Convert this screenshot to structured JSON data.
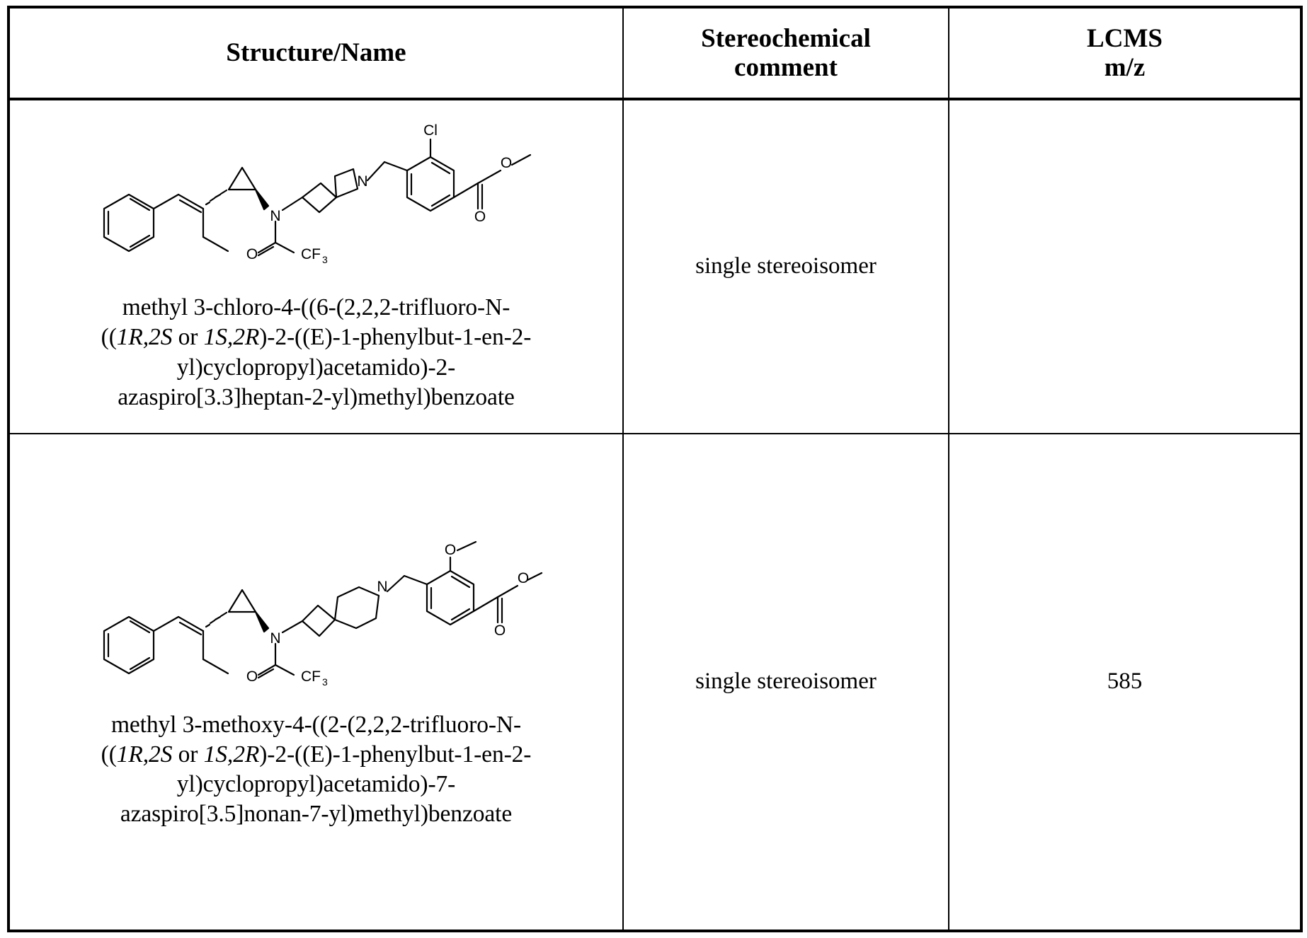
{
  "table": {
    "headers": [
      {
        "id": "structure-name",
        "label": "Structure/Name"
      },
      {
        "id": "stereochemical-comment",
        "label": "Stereochemical comment"
      },
      {
        "id": "lcms-mz",
        "label": "LCMS m/z"
      }
    ],
    "header_lines": {
      "structure": "Structure/Name",
      "stereo_line1": "Stereochemical",
      "stereo_line2": "comment",
      "lcms_line1": "LCMS",
      "lcms_line2": "m/z"
    },
    "rows": [
      {
        "id": "row-1",
        "name_lines": [
          "methyl 3-chloro-4-((6-(2,2,2-trifluoro-N-",
          "((1R,2S or 1S,2R)-2-((E)-1-phenylbut-1-en-2-",
          "yl)cyclopropyl)acetamido)-2-",
          "azaspiro[3.3]heptan-2-yl)methyl)benzoate"
        ],
        "name_full": "methyl 3-chloro-4-((6-(2,2,2-trifluoro-N-((1R,2S or 1S,2R)-2-((E)-1-phenylbut-1-en-2-yl)cyclopropyl)acetamido)-2-azaspiro[3.3]heptan-2-yl)methyl)benzoate",
        "stereochemical_comment": "single stereoisomer",
        "lcms_mz": "",
        "structure_labels": {
          "chloro": "Cl",
          "amide_nitrogen": "N",
          "ring_nitrogen": "N",
          "carbonyl_oxygen": "O",
          "trifluoromethyl": "CF",
          "trifluoromethyl_sub": "3",
          "ester_oxygen": "O",
          "ester_carbonyl_oxygen": "O"
        }
      },
      {
        "id": "row-2",
        "name_lines": [
          "methyl 3-methoxy-4-((2-(2,2,2-trifluoro-N-",
          "((1R,2S or 1S,2R)-2-((E)-1-phenylbut-1-en-2-",
          "yl)cyclopropyl)acetamido)-7-",
          "azaspiro[3.5]nonan-7-yl)methyl)benzoate"
        ],
        "name_full": "methyl 3-methoxy-4-((2-(2,2,2-trifluoro-N-((1R,2S or 1S,2R)-2-((E)-1-phenylbut-1-en-2-yl)cyclopropyl)acetamido)-7-azaspiro[3.5]nonan-7-yl)methyl)benzoate",
        "stereochemical_comment": "single stereoisomer",
        "lcms_mz": "585",
        "structure_labels": {
          "methoxy_oxygen": "O",
          "amide_nitrogen": "N",
          "ring_nitrogen": "N",
          "carbonyl_oxygen": "O",
          "trifluoromethyl": "CF",
          "trifluoromethyl_sub": "3",
          "ester_oxygen": "O",
          "ester_carbonyl_oxygen": "O"
        }
      }
    ]
  },
  "colors": {
    "ink": "#000000",
    "background": "#ffffff",
    "border": "#000000"
  }
}
